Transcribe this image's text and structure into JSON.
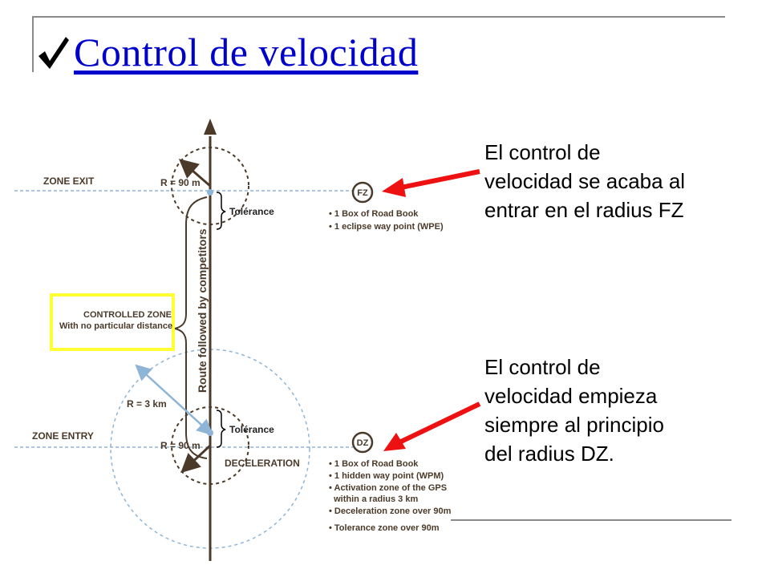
{
  "title": "Control de velocidad",
  "notes": {
    "end": "El control de\nvelocidad se acaba al\nentrar en el radius FZ",
    "start": "El control de\nvelocidad empieza\nsiempre al principio\ndel radius DZ."
  },
  "diagram": {
    "zone_exit": "ZONE EXIT",
    "zone_entry": "ZONE ENTRY",
    "radius_small_top": "R = 90 m",
    "radius_small_bottom": "R = 90 m",
    "radius_large": "R = 3 km",
    "tolerance_top": "Tolérance",
    "tolerance_bottom": "Tolérance",
    "route_label": "Route followed by competitors",
    "controlled_zone_line1": "CONTROLLED ZONE",
    "controlled_zone_line2": "With no particular distance",
    "deceleration": "DECELERATION",
    "fz_badge": "FZ",
    "dz_badge": "DZ",
    "fz_list": [
      "• 1 Box of Road Book",
      "• 1 eclipse way point (WPE)"
    ],
    "dz_list": [
      "• 1 Box of Road Book",
      "• 1 hidden way point (WPM)",
      "• Activation zone of the GPS",
      "  within a radius 3 km",
      "• Deceleration zone over 90m",
      "• Tolerance zone over 90m"
    ]
  },
  "colors": {
    "title": "#0000cc",
    "arrow_red": "#ee1111",
    "highlight_box": "#ffff33",
    "diagram_brown": "#4b3a2a",
    "dashed_blue": "#8fb5d6"
  }
}
